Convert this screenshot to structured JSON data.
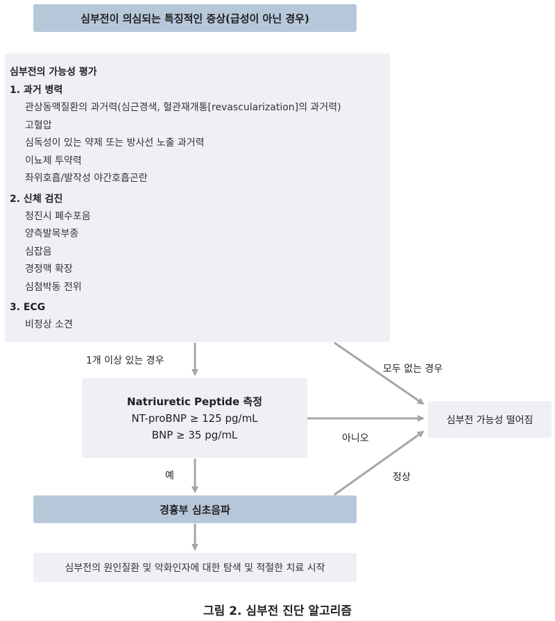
{
  "top_box": "심부전이 의심되는 특징적인 증상(급성이 아닌 경우)",
  "evaluation": {
    "title": "심부전의 가능성 평가",
    "sections": [
      {
        "title": "1. 과거 병력",
        "items": [
          "관상동맥질환의 과거력(심근경색, 혈관재개통[revascularization]의 과거력)",
          "고혈압",
          "심독성이 있는 약제 또는 방사선 노출 과거력",
          "이뇨제 투약력",
          "좌위호흡/발작성 야간호흡곤란"
        ]
      },
      {
        "title": "2. 신체 검진",
        "items": [
          "청진시 폐수포음",
          "양측발목부종",
          "심잡음",
          "경정맥 확장",
          "심첨박동 전위"
        ]
      },
      {
        "title": "3. ECG",
        "items": [
          "비정상 소견"
        ]
      }
    ]
  },
  "np_box": {
    "line1": "Natriuretic Peptide 측정",
    "line2": "NT-proBNP ≥ 125 pg/mL",
    "line3": "BNP ≥ 35 pg/mL"
  },
  "low_box": "심부전 가능성 떨어짐",
  "echo_box": "경흉부 심초음파",
  "final_box": "심부전의 원인질환 및 악화인자에 대한 탐색 및 적절한 치료 시작",
  "labels": {
    "one_or_more": "1개 이상 있는 경우",
    "none": "모두 없는 경우",
    "no": "아니오",
    "yes": "예",
    "normal": "정상"
  },
  "caption": "그림 2.  심부전 진단 알고리즘",
  "colors": {
    "dark_box": "#b7c7da",
    "light_box": "#eef0f6",
    "arrow": "#a6a6a6"
  }
}
